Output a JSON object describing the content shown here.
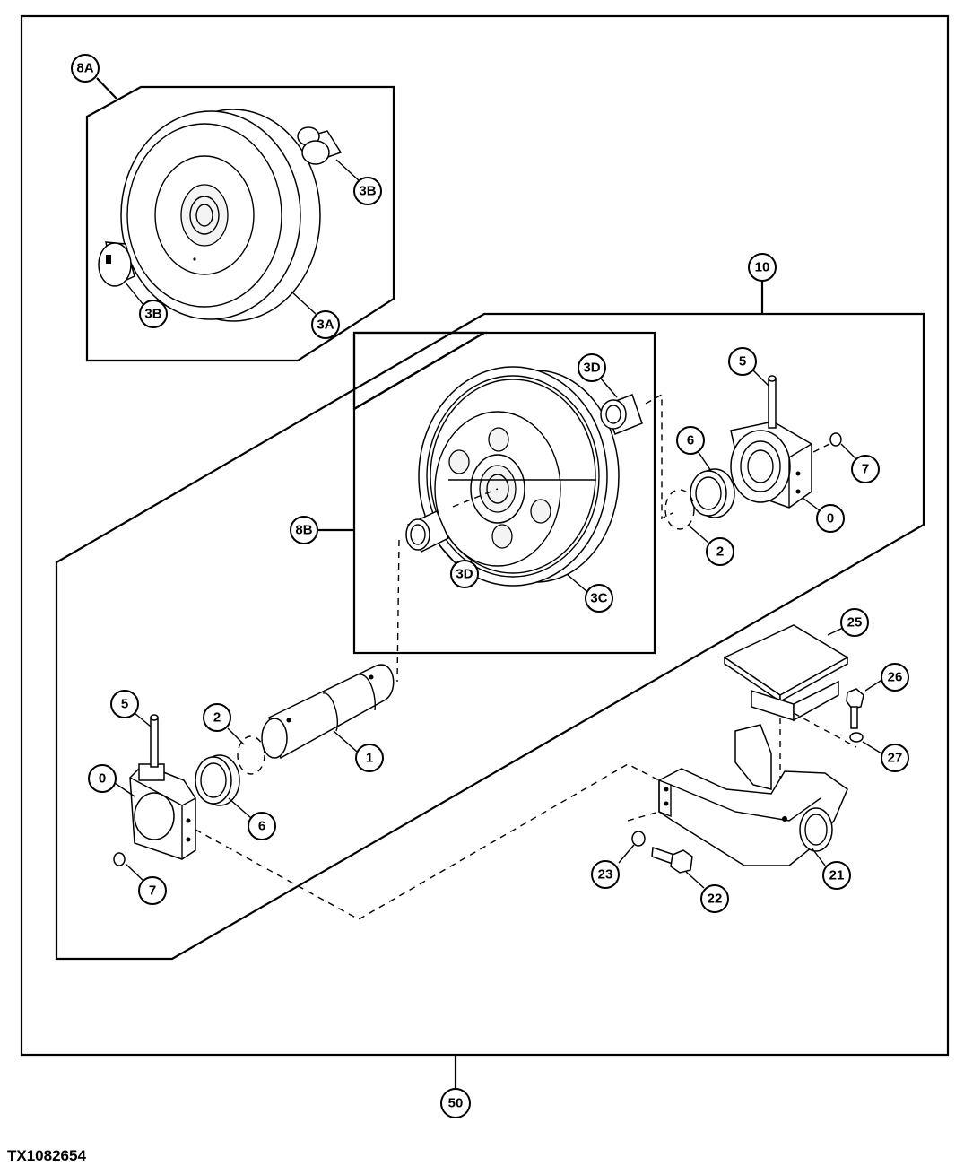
{
  "figure_id": "TX1082654",
  "callouts": {
    "c8A": "8A",
    "c3B_top": "3B",
    "c3B_left": "3B",
    "c3A": "3A",
    "c10": "10",
    "c3D_top": "3D",
    "c3D_bot": "3D",
    "c8B": "8B",
    "c3C": "3C",
    "c5_right": "5",
    "c6_right": "6",
    "c7_right": "7",
    "c0_right": "0",
    "c2_right": "2",
    "c25": "25",
    "c26": "26",
    "c27": "27",
    "c5_left": "5",
    "c2_left": "2",
    "c1": "1",
    "c0_left": "0",
    "c6_left": "6",
    "c7_left": "7",
    "c23": "23",
    "c22": "22",
    "c21": "21",
    "c50": "50"
  }
}
